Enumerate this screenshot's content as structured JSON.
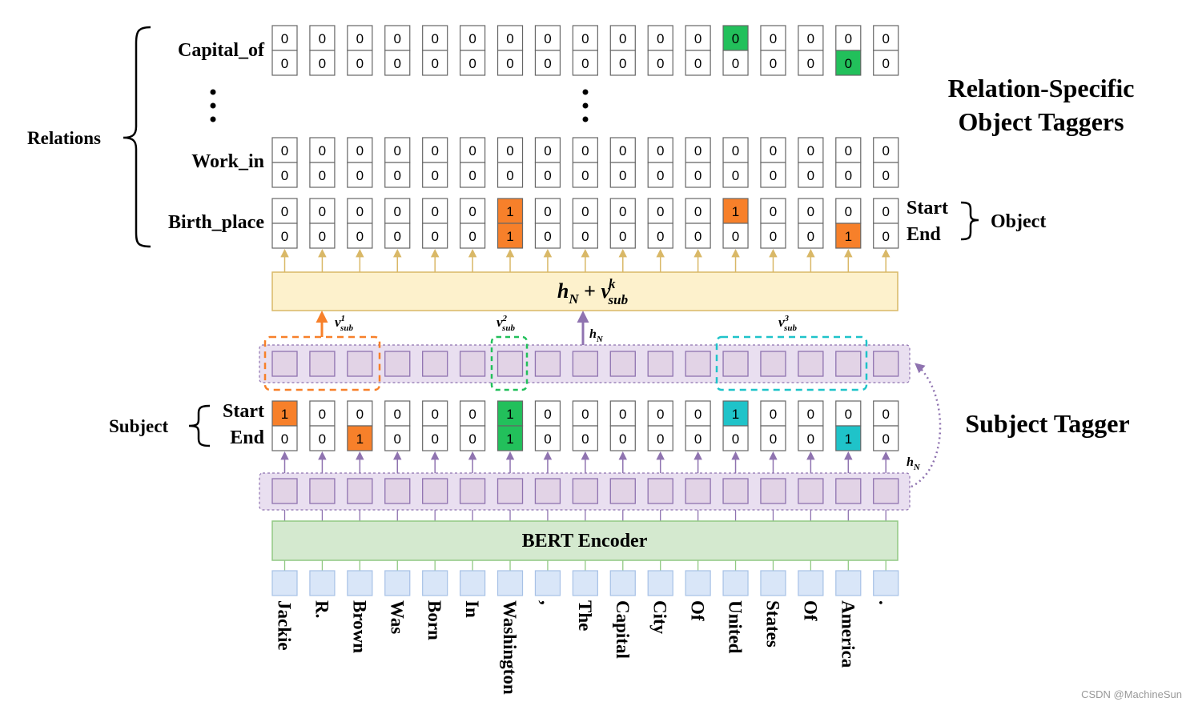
{
  "tokens": [
    "Jackie",
    "R.",
    "Brown",
    "Was",
    "Born",
    "In",
    "Washington",
    ",",
    "The",
    "Capital",
    "City",
    "Of",
    "United",
    "States",
    "Of",
    "America",
    "."
  ],
  "labels": {
    "relations": "Relations",
    "capital_of": "Capital_of",
    "work_in": "Work_in",
    "birth_place": "Birth_place",
    "start": "Start",
    "end": "End",
    "object": "Object",
    "subject": "Subject",
    "object_taggers_line1": "Relation-Specific",
    "object_taggers_line2": "Object Taggers",
    "subject_tagger": "Subject Tagger",
    "bert": "BERT Encoder",
    "watermark": "CSDN @MachineSun"
  },
  "formula": {
    "h": "h",
    "N": "N",
    "plus": " + ",
    "v": "v",
    "k": "k",
    "sub": "sub"
  },
  "v_labels": [
    {
      "v": "v",
      "sup": "1",
      "sub": "sub"
    },
    {
      "v": "v",
      "sup": "2",
      "sub": "sub"
    },
    {
      "v": "v",
      "sup": "3",
      "sub": "sub"
    }
  ],
  "hn": {
    "h": "h",
    "sub": "N"
  },
  "tag_rows": {
    "capital_of": {
      "start": [
        "0",
        "0",
        "0",
        "0",
        "0",
        "0",
        "0",
        "0",
        "0",
        "0",
        "0",
        "0",
        "0",
        "0",
        "0",
        "0",
        "0"
      ],
      "end": [
        "0",
        "0",
        "0",
        "0",
        "0",
        "0",
        "0",
        "0",
        "0",
        "0",
        "0",
        "0",
        "0",
        "0",
        "0",
        "0",
        "0"
      ],
      "highlight_start": [
        12
      ],
      "highlight_end": [
        15
      ],
      "color": "#22c05b"
    },
    "work_in": {
      "start": [
        "0",
        "0",
        "0",
        "0",
        "0",
        "0",
        "0",
        "0",
        "0",
        "0",
        "0",
        "0",
        "0",
        "0",
        "0",
        "0",
        "0"
      ],
      "end": [
        "0",
        "0",
        "0",
        "0",
        "0",
        "0",
        "0",
        "0",
        "0",
        "0",
        "0",
        "0",
        "0",
        "0",
        "0",
        "0",
        "0"
      ],
      "highlight_start": [],
      "highlight_end": [],
      "color": "#ffffff"
    },
    "birth_place": {
      "start": [
        "0",
        "0",
        "0",
        "0",
        "0",
        "0",
        "1",
        "0",
        "0",
        "0",
        "0",
        "0",
        "1",
        "0",
        "0",
        "0",
        "0"
      ],
      "end": [
        "0",
        "0",
        "0",
        "0",
        "0",
        "0",
        "1",
        "0",
        "0",
        "0",
        "0",
        "0",
        "0",
        "0",
        "0",
        "1",
        "0"
      ],
      "highlight_start": [
        6,
        12
      ],
      "highlight_end": [
        6,
        15
      ],
      "color": "#f7802a"
    },
    "subject": {
      "start": [
        "1",
        "0",
        "0",
        "0",
        "0",
        "0",
        "1",
        "0",
        "0",
        "0",
        "0",
        "0",
        "1",
        "0",
        "0",
        "0",
        "0"
      ],
      "end": [
        "0",
        "0",
        "1",
        "0",
        "0",
        "0",
        "1",
        "0",
        "0",
        "0",
        "0",
        "0",
        "0",
        "0",
        "0",
        "1",
        "0"
      ],
      "start_colors": {
        "0": "#f7802a",
        "6": "#22c05b",
        "12": "#1fc3c9"
      },
      "end_colors": {
        "2": "#f7802a",
        "6": "#22c05b",
        "15": "#1fc3c9"
      }
    }
  },
  "colors": {
    "orange": "#f7802a",
    "green": "#22c05b",
    "cyan": "#1fc3c9",
    "purple_box": "#e2d3e6",
    "purple_line": "#8f73b0",
    "yellow_box": "#fdf1cc",
    "yellow_line": "#d9b867",
    "bert_fill": "#d4e9cf",
    "bert_line": "#91c983",
    "token_fill": "#d9e6f8",
    "token_line": "#a7c1e6"
  }
}
